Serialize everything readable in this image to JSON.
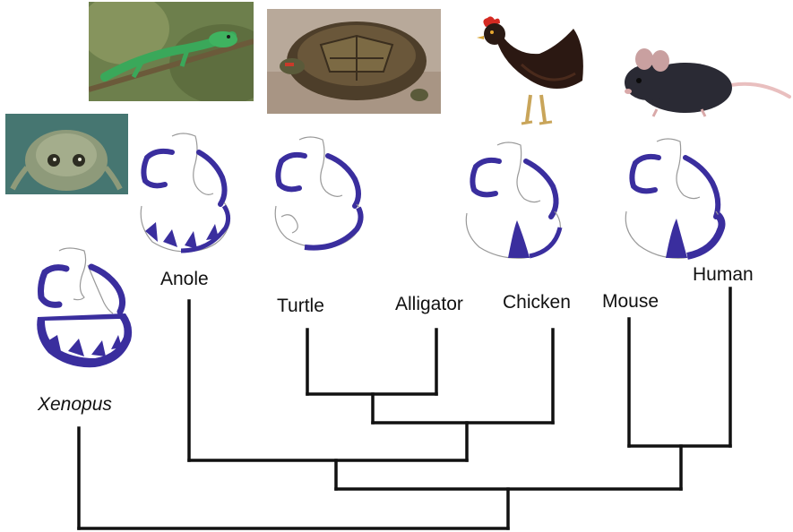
{
  "taxa": {
    "xenopus": "Xenopus",
    "anole": "Anole",
    "turtle": "Turtle",
    "alligator": "Alligator",
    "chicken": "Chicken",
    "mouse": "Mouse",
    "human": "Human"
  },
  "colors": {
    "ventricle_stain": "#3a2e9e",
    "outline": "#9a9a9a",
    "tree": "#111111",
    "text": "#111111"
  }
}
